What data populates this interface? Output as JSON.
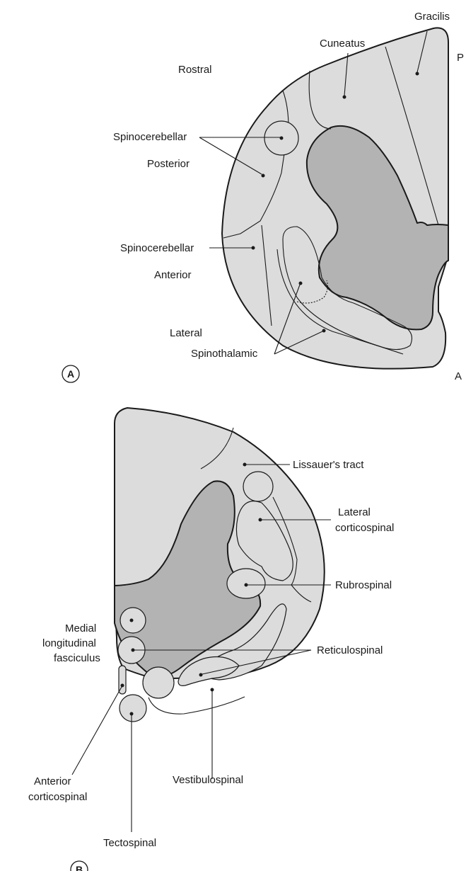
{
  "panel_a": {
    "badge": "A",
    "labels": {
      "gracilis": "Gracilis",
      "cuneatus": "Cuneatus",
      "p_marker": "P",
      "rostral": "Rostral",
      "spinocerebellar_1": "Spinocerebellar",
      "posterior": "Posterior",
      "spinocerebellar_2": "Spinocerebellar",
      "anterior": "Anterior",
      "lateral": "Lateral",
      "spinothalamic": "Spinothalamic",
      "a_marker": "A"
    }
  },
  "panel_b": {
    "badge": "B",
    "labels": {
      "lissauer": "Lissauer's tract",
      "lateral_cs_1": "Lateral",
      "lateral_cs_2": "corticospinal",
      "rubrospinal": "Rubrospinal",
      "mlf_1": "Medial",
      "mlf_2": "longitudinal",
      "mlf_3": "fasciculus",
      "reticulospinal": "Reticulospinal",
      "anterior_cs_1": "Anterior",
      "anterior_cs_2": "corticospinal",
      "vestibulospinal": "Vestibulospinal",
      "tectospinal": "Tectospinal"
    }
  },
  "colors": {
    "white_matter": "#dcdcdc",
    "grey_matter": "#b3b3b3",
    "outline": "#1a1a1a"
  }
}
